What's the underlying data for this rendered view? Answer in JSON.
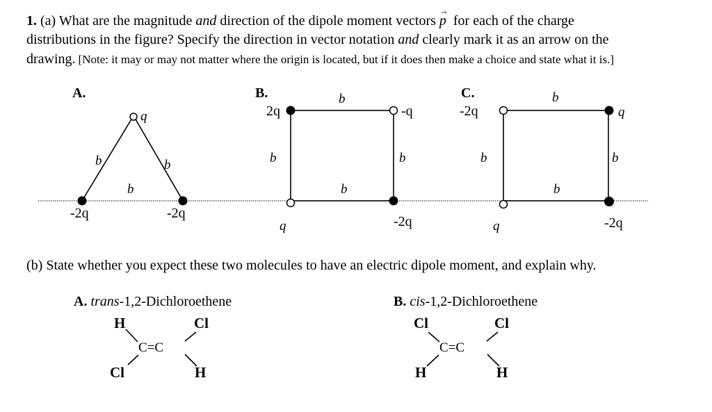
{
  "problem": {
    "line1_num": "1.",
    "line1_a": "(a) What are the magnitude",
    "line1_and": "and",
    "line1_b": "direction of the dipole moment vectors",
    "line1_p": "p",
    "line1_c": "for each of the charge",
    "line2_a": "distributions in the figure? Specify the direction in vector notation",
    "line2_and": "and",
    "line2_b": "clearly mark it as an arrow on the",
    "line3_a": "drawing.",
    "line3_note": "[Note: it may or may not matter where the origin is located, but if it does then make a choice and state what it is.]",
    "part_b": "(b) State whether you expect these two molecules to have an electric dipole moment, and explain why."
  },
  "figure_a": {
    "label": "A.",
    "top_charge": "q",
    "left_charge": "-2q",
    "right_charge": "-2q",
    "side_left": "b",
    "side_right": "b",
    "side_bottom": "b"
  },
  "figure_b": {
    "label": "B.",
    "tl_charge": "2q",
    "tr_charge": "-q",
    "bl_charge": "q",
    "br_charge": "-2q",
    "side_top": "b",
    "side_left": "b",
    "side_right": "b",
    "side_bottom": "b"
  },
  "figure_c": {
    "label": "C.",
    "tl_charge": "-2q",
    "tr_charge": "q",
    "bl_charge": "q",
    "br_charge": "-2q",
    "side_top": "b",
    "side_left": "b",
    "side_right": "b",
    "side_bottom": "b"
  },
  "molecule_a": {
    "label": "A.",
    "prefix": "trans",
    "name": "-1,2-Dichloroethene",
    "top_left": "H",
    "top_right": "Cl",
    "bottom_left": "Cl",
    "bottom_right": "H",
    "carbon_left": "C",
    "bond": "=",
    "carbon_right": "C"
  },
  "molecule_b": {
    "label": "B.",
    "prefix": "cis",
    "name": "-1,2-Dichloroethene",
    "top_left": "Cl",
    "top_right": "Cl",
    "bottom_left": "H",
    "bottom_right": "H",
    "carbon_left": "C",
    "bond": "=",
    "carbon_right": "C"
  }
}
